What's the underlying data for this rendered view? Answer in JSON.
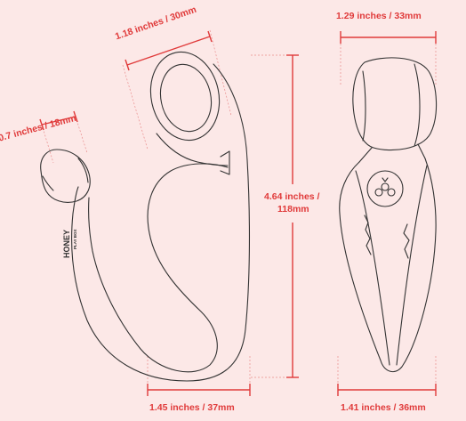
{
  "dimensions": {
    "ring_width": "1.18 inches / 30mm",
    "plug_width": "0.7 inches / 18mm",
    "total_height_line1": "4.64 inches /",
    "total_height_line2": "118mm",
    "side_bottom_width": "1.45 inches / 37mm",
    "front_top_width": "1.29 inches / 33mm",
    "front_bottom_width": "1.41 inches / 36mm"
  },
  "product": {
    "brand": "HONEY",
    "model": "PLAY BOX"
  },
  "colors": {
    "background": "#fce8e7",
    "accent": "#e03a3a",
    "outline": "#333333"
  }
}
